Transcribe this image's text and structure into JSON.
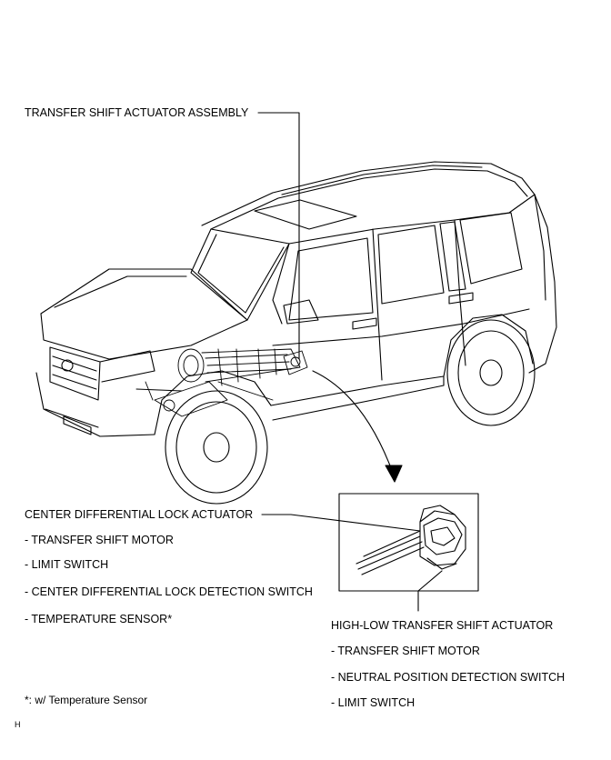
{
  "labels": {
    "transfer_actuator_assembly": "TRANSFER SHIFT ACTUATOR ASSEMBLY",
    "center_diff": {
      "title": "CENTER DIFFERENTIAL LOCK ACTUATOR",
      "items": [
        "- TRANSFER SHIFT MOTOR",
        "- LIMIT SWITCH",
        "- CENTER DIFFERENTIAL LOCK DETECTION SWITCH",
        "- TEMPERATURE SENSOR*"
      ]
    },
    "high_low": {
      "title": "HIGH-LOW TRANSFER SHIFT ACTUATOR",
      "items": [
        "- TRANSFER SHIFT MOTOR",
        "- NEUTRAL POSITION DETECTION SWITCH",
        "- LIMIT SWITCH"
      ]
    },
    "footnote": "*: w/ Temperature Sensor",
    "corner_mark": "H"
  }
}
